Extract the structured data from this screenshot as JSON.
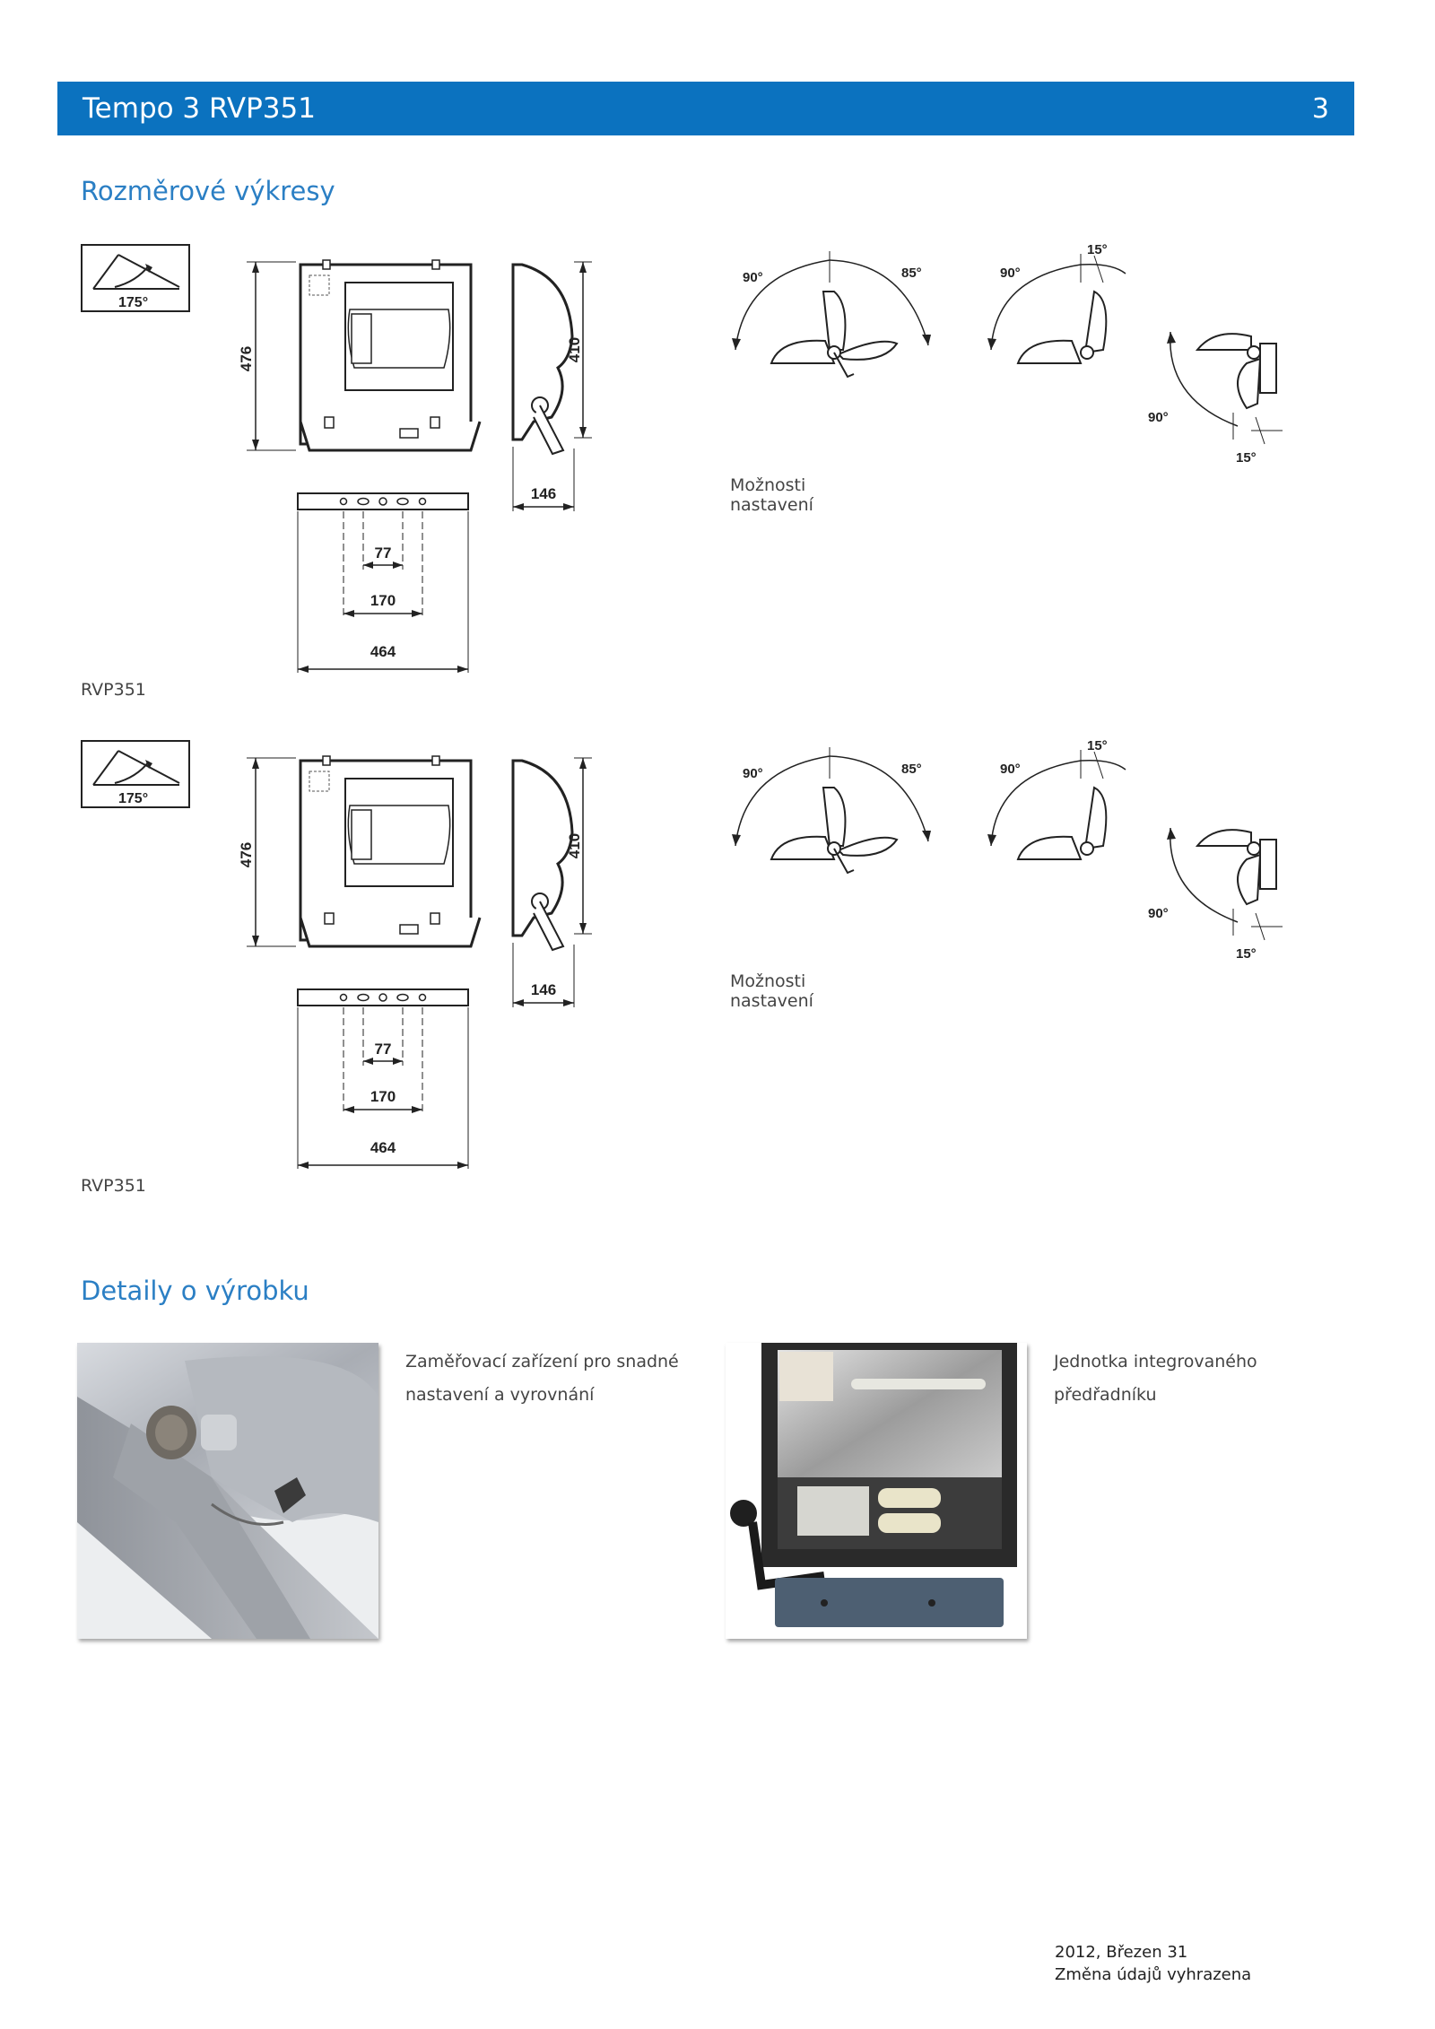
{
  "header": {
    "title": "Tempo 3 RVP351",
    "page_number": "3"
  },
  "sections": {
    "drawings_title": "Rozměrové výkresy",
    "details_title": "Detaily o výrobku"
  },
  "drawings": [
    {
      "tilt_angle": "175°",
      "height_front": "476",
      "height_side": "410",
      "depth": "146",
      "hole_spacing_inner": "77",
      "hole_spacing_outer": "170",
      "width": "464",
      "adjust_angles": [
        "90°",
        "85°",
        "90°",
        "15°",
        "90°",
        "15°"
      ],
      "adjust_caption": "Možnosti nastavení",
      "model_label": "RVP351"
    },
    {
      "tilt_angle": "175°",
      "height_front": "476",
      "height_side": "410",
      "depth": "146",
      "hole_spacing_inner": "77",
      "hole_spacing_outer": "170",
      "width": "464",
      "adjust_angles": [
        "90°",
        "85°",
        "90°",
        "15°",
        "90°",
        "15°"
      ],
      "adjust_caption": "Možnosti nastavení",
      "model_label": "RVP351"
    }
  ],
  "details": [
    {
      "caption": "Zaměřovací zařízení pro snadné nastavení a vyrovnání",
      "image": "aiming-device-photo"
    },
    {
      "caption": "Jednotka integrovaného předřadníku",
      "image": "ballast-unit-photo"
    }
  ],
  "footer": {
    "date": "2012, Březen 31",
    "note": "Změna údajů vyhrazena"
  },
  "colors": {
    "header_bg": "#0b72bf",
    "section_title": "#2b7fc4"
  }
}
